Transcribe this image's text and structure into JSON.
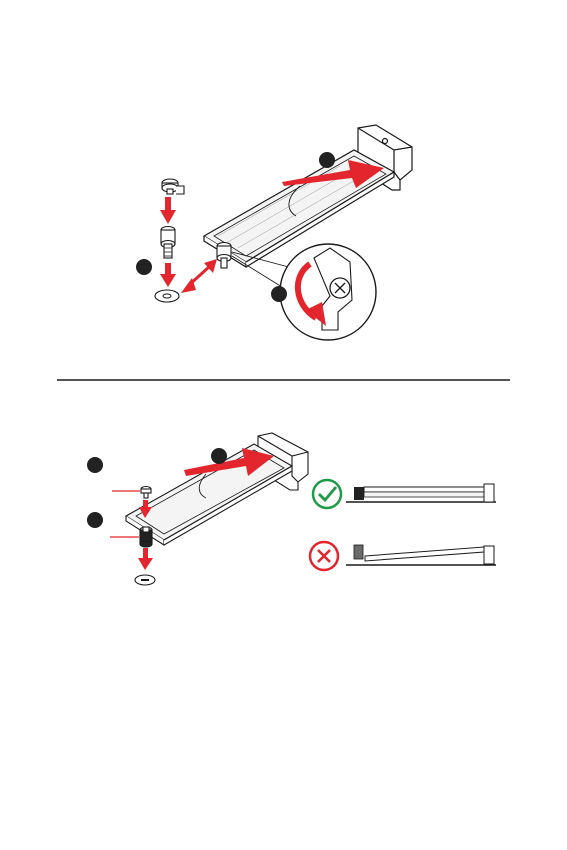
{
  "colors": {
    "arrow_red": "#e3262d",
    "ok_green": "#1f9a47",
    "bad_red": "#e3262d",
    "line_dark": "#1a1a1a",
    "step_badge": "#222222",
    "module_fill": "#f4f4f4"
  },
  "top_diagram": {
    "step_badges": [
      {
        "id": "badge-1",
        "label": ""
      },
      {
        "id": "badge-2",
        "label": ""
      },
      {
        "id": "badge-3",
        "label": ""
      }
    ]
  },
  "bottom_diagram": {
    "step_badges": [
      {
        "id": "badge-1",
        "label": ""
      },
      {
        "id": "badge-2",
        "label": ""
      },
      {
        "id": "badge-3",
        "label": ""
      }
    ],
    "status_icons": [
      "check-icon",
      "cross-icon"
    ]
  }
}
